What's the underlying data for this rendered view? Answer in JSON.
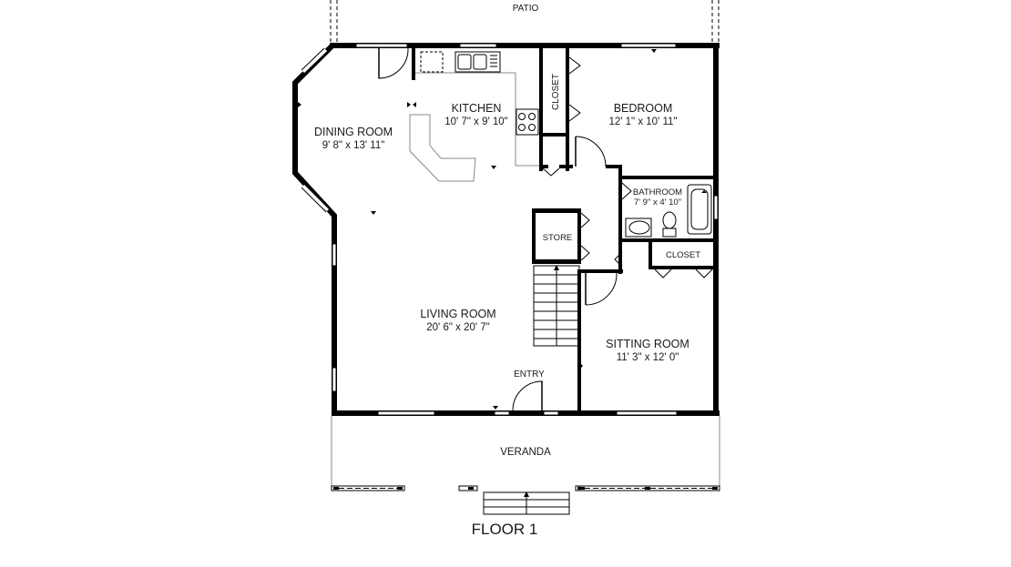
{
  "floor_label": "FLOOR 1",
  "exterior": {
    "patio": "PATIO",
    "veranda": "VERANDA",
    "entry": "ENTRY"
  },
  "rooms": {
    "dining_room": {
      "name": "DINING ROOM",
      "dimensions": "9' 8\" x 13' 11\""
    },
    "kitchen": {
      "name": "KITCHEN",
      "dimensions": "10' 7\" x 9' 10\""
    },
    "closet_kitchen": {
      "name": "CLOSET"
    },
    "bedroom": {
      "name": "BEDROOM",
      "dimensions": "12' 1\" x 10' 11\""
    },
    "bathroom": {
      "name": "BATHROOM",
      "dimensions": "7' 9\" x 4' 10\""
    },
    "store": {
      "name": "STORE"
    },
    "closet_sitting": {
      "name": "CLOSET"
    },
    "living_room": {
      "name": "LIVING ROOM",
      "dimensions": "20' 6\" x 20' 7\""
    },
    "sitting_room": {
      "name": "SITTING ROOM",
      "dimensions": "11' 3\" x 12' 0\""
    }
  }
}
